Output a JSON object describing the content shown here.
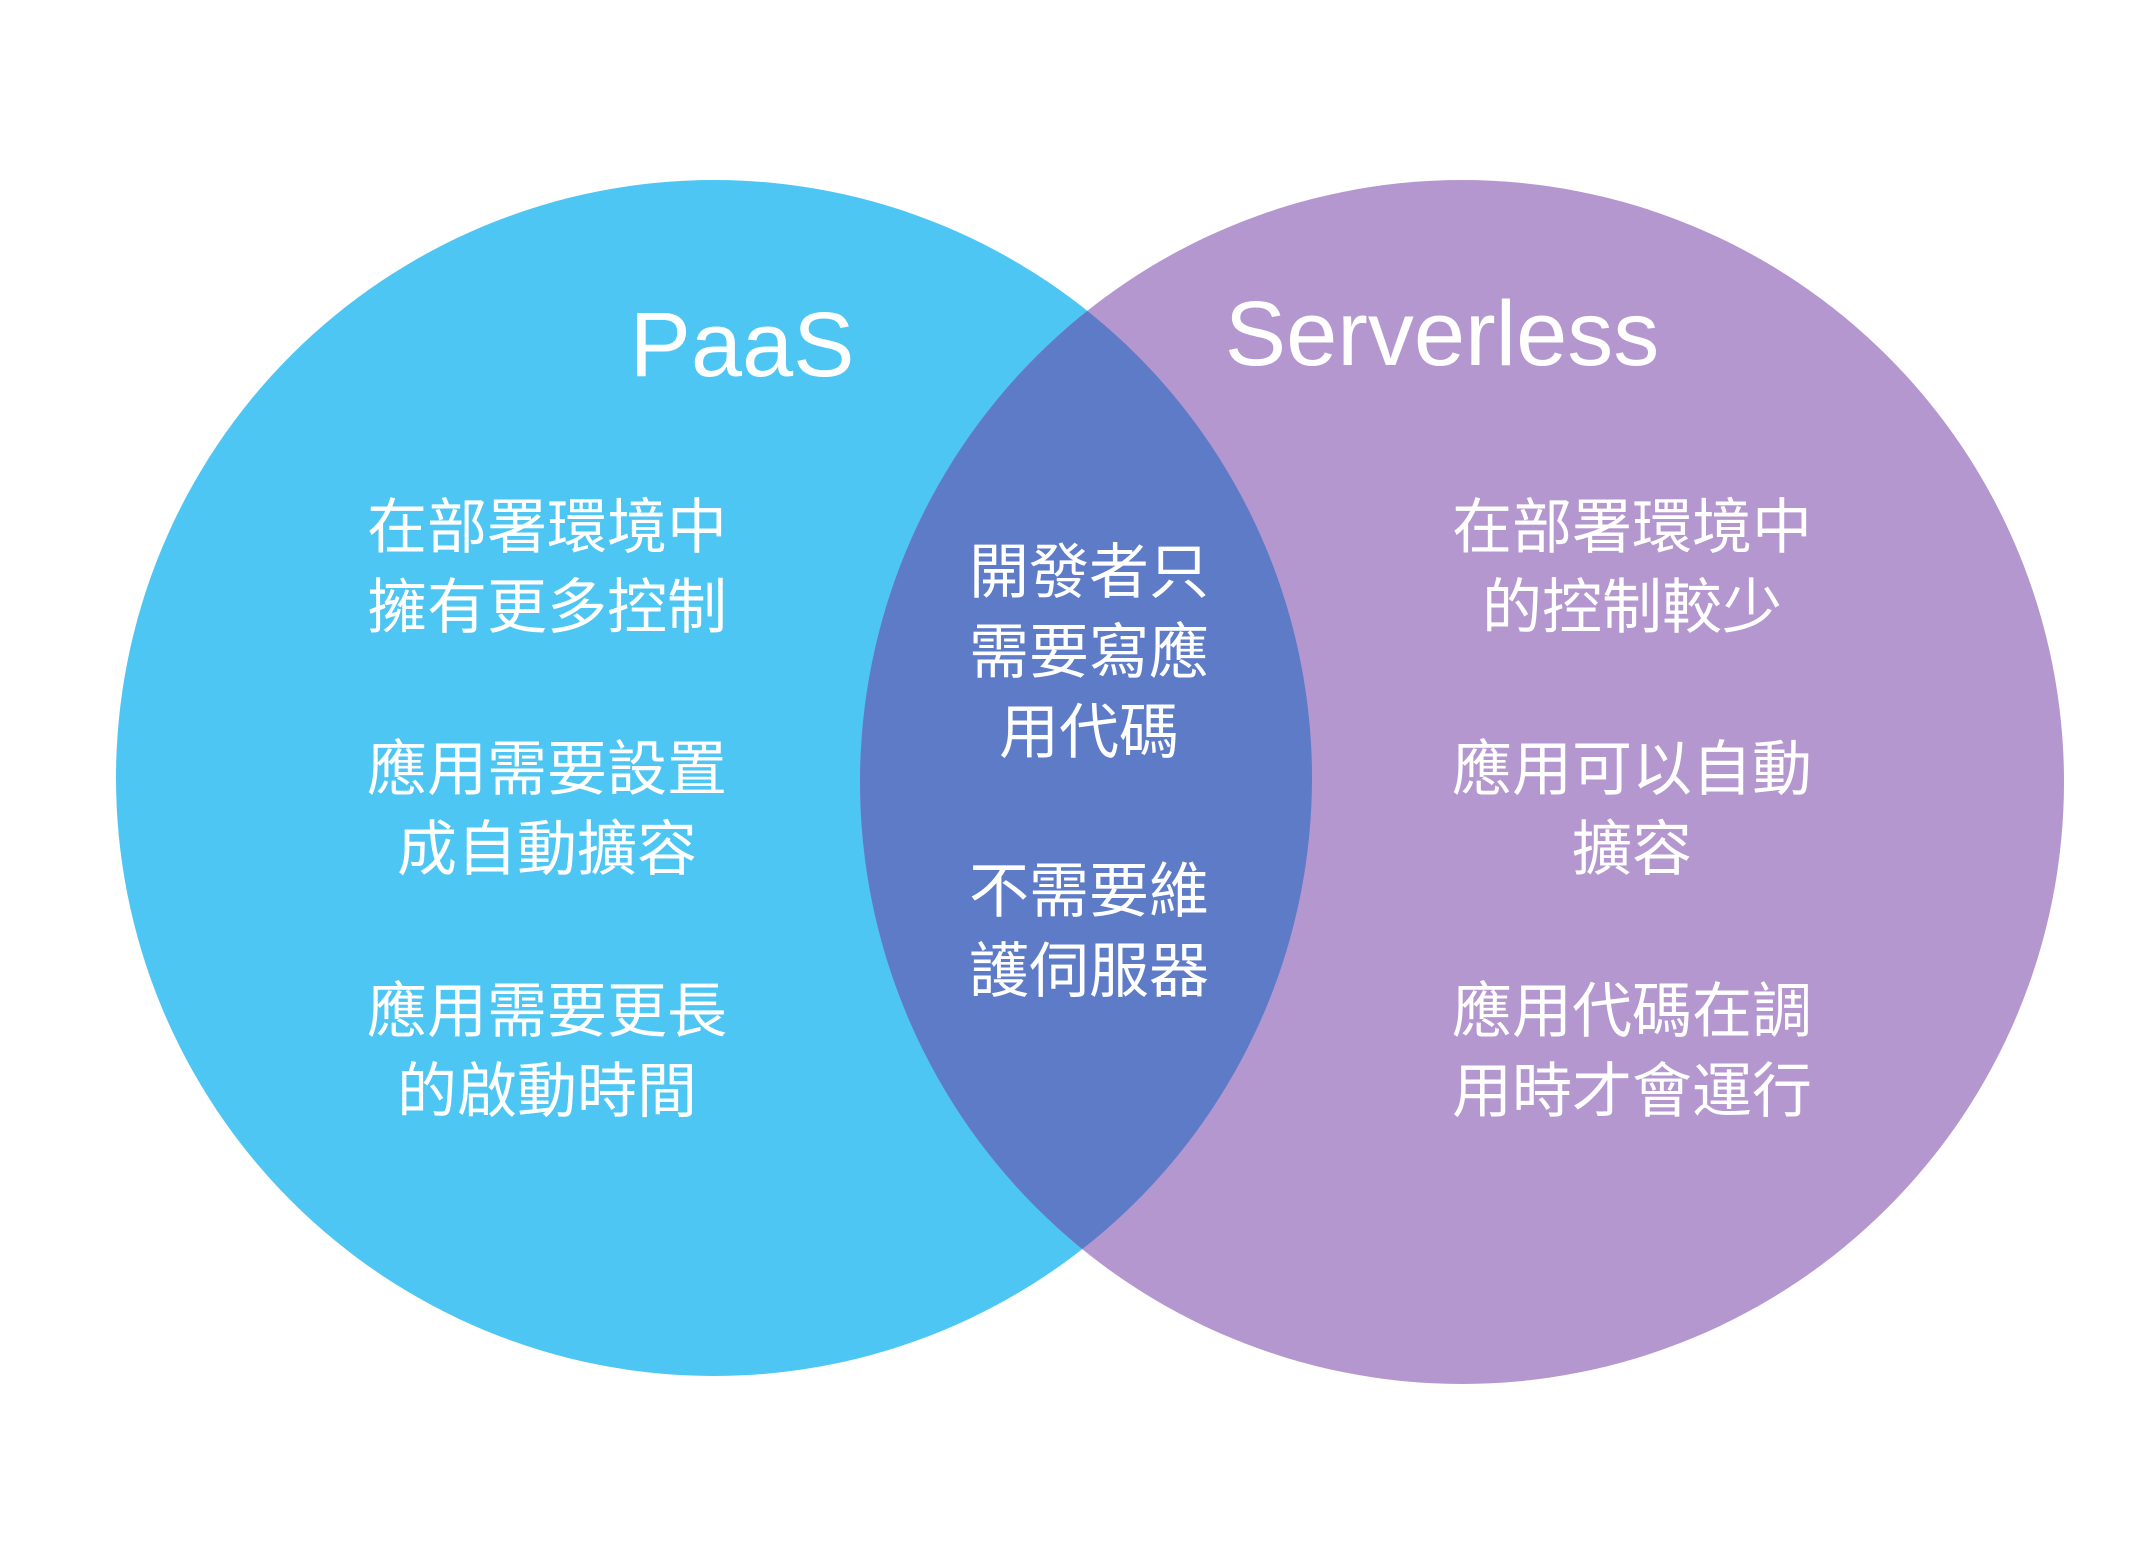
{
  "colors": {
    "background": "#ffffff",
    "paas_circle": "#4dc6f3",
    "serverless_circle": "#b497cf",
    "overlap": "#5e7bc8",
    "text": "#ffffff"
  },
  "paas": {
    "title": "PaaS",
    "points": [
      {
        "line1": "在部署環境中",
        "line2": "擁有更多控制"
      },
      {
        "line1": "應用需要設置",
        "line2": "成自動擴容"
      },
      {
        "line1": "應用需要更長",
        "line2": "的啟動時間"
      }
    ]
  },
  "serverless": {
    "title": "Serverless",
    "points": [
      {
        "line1": "在部署環境中",
        "line2": "的控制較少"
      },
      {
        "line1": "應用可以自動",
        "line2": "擴容"
      },
      {
        "line1": "應用代碼在調",
        "line2": "用時才會運行"
      }
    ]
  },
  "shared": {
    "points": [
      {
        "line1": "開發者只",
        "line2": "需要寫應",
        "line3": "用代碼"
      },
      {
        "line1": "不需要維",
        "line2": "護伺服器"
      }
    ]
  }
}
